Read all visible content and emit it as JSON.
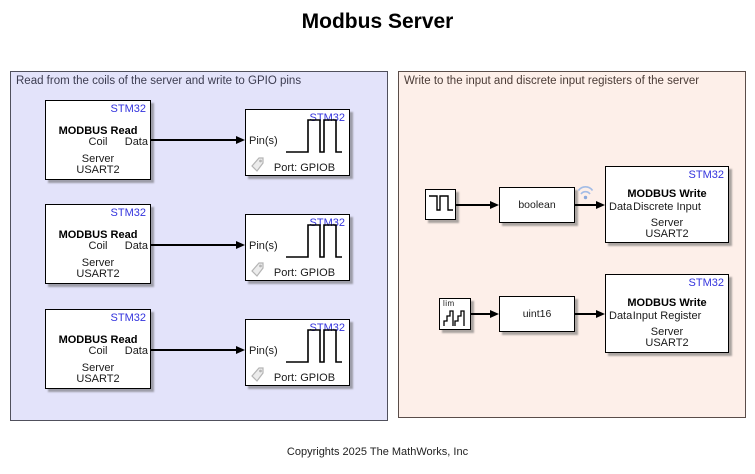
{
  "title": "Modbus Server",
  "footer": "Copyrights 2025 The MathWorks, Inc",
  "colors": {
    "left_panel_bg": "#e3e3fa",
    "right_panel_bg": "#fdefe9",
    "panel_border_left": "#50505c",
    "panel_border_right": "#5a4d49",
    "stm32_badge_blue": "#3333dd",
    "block_bg": "#ffffff",
    "wire_black": "#000000",
    "logging_icon_blue": "#a3bce6",
    "tag_icon_gray": "#bdbdbd"
  },
  "icons": {
    "gpio_waveform": "square-wave-icon",
    "pulse_source": "pulse-wave-icon",
    "counter_source": "stair-wave-icon",
    "logging_badge": "wifi-logging-icon",
    "gpio_badge": "tag-icon"
  },
  "left_panel": {
    "label": "Read from the coils of the server and write to GPIO pins",
    "rows": [
      {
        "read": {
          "badge": "STM32",
          "name": "MODBUS Read",
          "subtype": "Coil",
          "out_port": "Data",
          "line3": "Server",
          "line4": "USART2"
        },
        "gpio": {
          "badge": "STM32",
          "in_port": "Pin(s)",
          "caption": "Port: GPIOB"
        }
      },
      {
        "read": {
          "badge": "STM32",
          "name": "MODBUS Read",
          "subtype": "Coil",
          "out_port": "Data",
          "line3": "Server",
          "line4": "USART2"
        },
        "gpio": {
          "badge": "STM32",
          "in_port": "Pin(s)",
          "caption": "Port: GPIOB"
        }
      },
      {
        "read": {
          "badge": "STM32",
          "name": "MODBUS Read",
          "subtype": "Coil",
          "out_port": "Data",
          "line3": "Server",
          "line4": "USART2"
        },
        "gpio": {
          "badge": "STM32",
          "in_port": "Pin(s)",
          "caption": "Port: GPIOB"
        }
      }
    ]
  },
  "right_panel": {
    "label": "Write to the input and discrete input registers of the server",
    "rows": [
      {
        "source_label": "",
        "convert": "boolean",
        "write": {
          "badge": "STM32",
          "name": "MODBUS Write",
          "subtype": "Discrete Input",
          "in_port": "Data",
          "line3": "Server",
          "line4": "USART2"
        }
      },
      {
        "source_label": "lim",
        "convert": "uint16",
        "write": {
          "badge": "STM32",
          "name": "MODBUS Write",
          "subtype": "Input Register",
          "in_port": "Data",
          "line3": "Server",
          "line4": "USART2"
        }
      }
    ]
  }
}
